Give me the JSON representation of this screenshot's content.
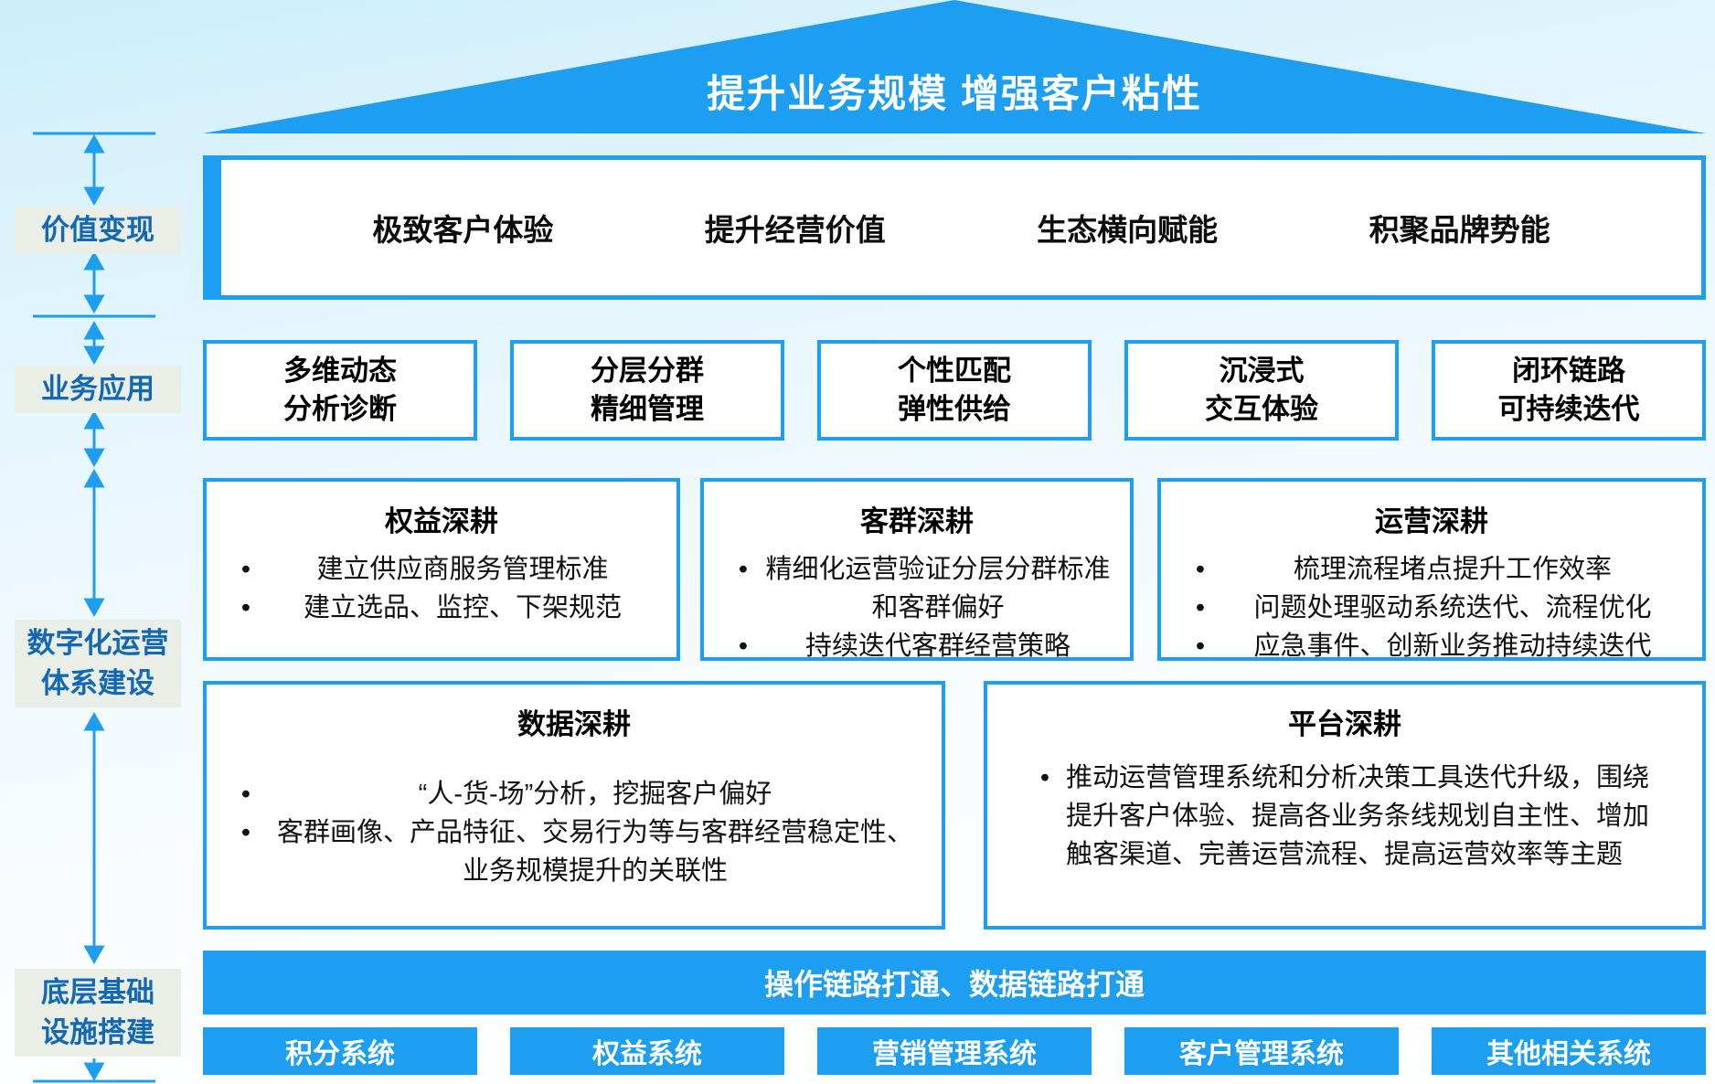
{
  "roof": {
    "title": "提升业务规模 增强客户粘性"
  },
  "rail": {
    "labels": [
      {
        "line1": "价值变现"
      },
      {
        "line1": "业务应用"
      },
      {
        "line1": "数字化运营",
        "line2": "体系建设"
      },
      {
        "line1": "底层基础",
        "line2": "设施搭建"
      }
    ]
  },
  "value_row": {
    "items": [
      "极致客户体验",
      "提升经营价值",
      "生态横向赋能",
      "积聚品牌势能"
    ]
  },
  "app_row": {
    "items": [
      {
        "line1": "多维动态",
        "line2": "分析诊断"
      },
      {
        "line1": "分层分群",
        "line2": "精细管理"
      },
      {
        "line1": "个性匹配",
        "line2": "弹性供给"
      },
      {
        "line1": "沉浸式",
        "line2": "交互体验"
      },
      {
        "line1": "闭环链路",
        "line2": "可持续迭代"
      }
    ]
  },
  "deep_row1": [
    {
      "title": "权益深耕",
      "bullets": [
        "建立供应商服务管理标准",
        "建立选品、监控、下架规范"
      ]
    },
    {
      "title": "客群深耕",
      "bullets": [
        "精细化运营验证分层分群标准和客群偏好",
        "持续迭代客群经营策略"
      ]
    },
    {
      "title": "运营深耕",
      "bullets": [
        "梳理流程堵点提升工作效率",
        "问题处理驱动系统迭代、流程优化",
        "应急事件、创新业务推动持续迭代"
      ]
    }
  ],
  "deep_row2": [
    {
      "title": "数据深耕",
      "bullets": [
        "“人-货-场”分析，挖掘客户偏好",
        "客群画像、产品特征、交易行为等与客群经营稳定性、业务规模提升的关联性"
      ]
    },
    {
      "title": "平台深耕",
      "bullets": [
        "推动运营管理系统和分析决策工具迭代升级，围绕提升客户体验、提高各业务条线规划自主性、增加触客渠道、完善运营流程、提高运营效率等主题"
      ]
    }
  ],
  "foundation": {
    "bar_label": "操作链路打通、数据链路打通",
    "systems": [
      "积分系统",
      "权益系统",
      "营销管理系统",
      "客户管理系统",
      "其他相关系统"
    ]
  },
  "ui": {
    "bullet_char": "•"
  },
  "colors": {
    "accent_blue": "#1E9EF0",
    "rail_text_blue": "#1268B3",
    "rail_label_bg": "#E9EEE6"
  }
}
